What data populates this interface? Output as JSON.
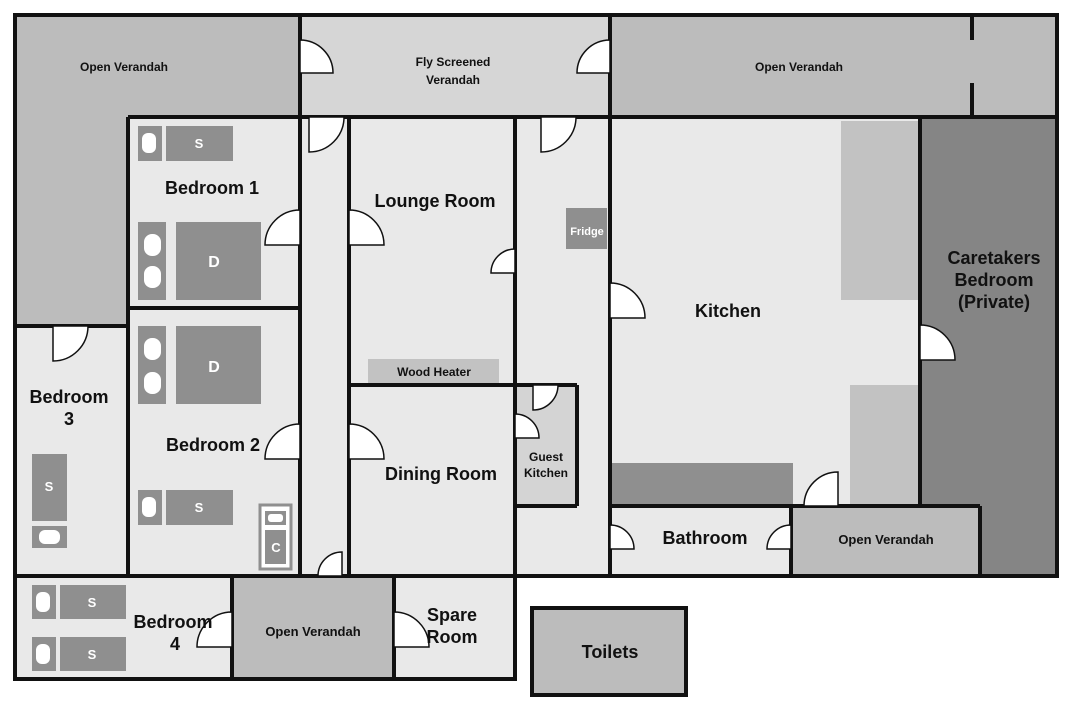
{
  "rooms": {
    "open_verandah_nw": "Open Verandah",
    "fly_screened_verandah_1": "Fly Screened",
    "fly_screened_verandah_2": "Verandah",
    "open_verandah_ne": "Open Verandah",
    "bedroom1": "Bedroom 1",
    "lounge_room": "Lounge Room",
    "fridge": "Fridge",
    "kitchen": "Kitchen",
    "caretakers_1": "Caretakers",
    "caretakers_2": "Bedroom",
    "caretakers_3": "(Private)",
    "bedroom3_1": "Bedroom",
    "bedroom3_2": "3",
    "bedroom2": "Bedroom 2",
    "wood_heater": "Wood Heater",
    "dining_room": "Dining Room",
    "guest_kitchen_1": "Guest",
    "guest_kitchen_2": "Kitchen",
    "bathroom": "Bathroom",
    "open_verandah_se": "Open Verandah",
    "bedroom4_1": "Bedroom",
    "bedroom4_2": "4",
    "open_verandah_s": "Open Verandah",
    "spare_room_1": "Spare",
    "spare_room_2": "Room",
    "toilets": "Toilets"
  },
  "furniture": {
    "single_bed": "S",
    "double_bed": "D",
    "cot": "C"
  },
  "colors": {
    "verandah_dark": "#bcbcbc",
    "verandah_light": "#d6d6d6",
    "room_fill": "#e9e9e9",
    "caretakers_fill": "#858585",
    "bed_fill": "#8f8f8f",
    "bench_fill": "#c2c2c2",
    "wall": "#111111"
  }
}
